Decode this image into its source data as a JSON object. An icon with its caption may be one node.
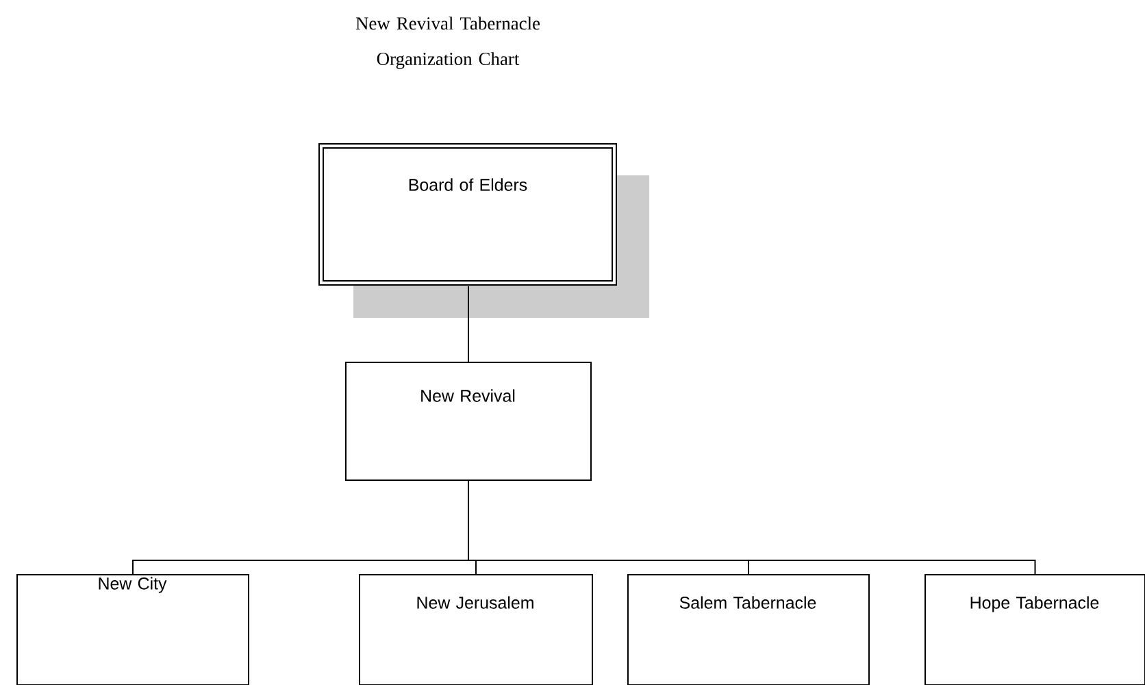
{
  "diagram": {
    "title": "New Revival Tabernacle Organization Chart",
    "nodes": [
      {
        "text": [
          "Board of Elders"
        ]
      },
      {
        "text": [
          "New Revival"
        ]
      },
      {
        "text": [
          "New City"
        ]
      },
      {
        "text": [
          "New Jerusalem"
        ]
      },
      {
        "text": [
          "Salem Tabernacle"
        ]
      },
      {
        "text": [
          "Hope Tabernacle"
        ]
      }
    ],
    "edges": [
      {
        "from": 0,
        "to": 1,
        "arrow": "none"
      },
      {
        "from": 1,
        "to": 2,
        "arrow": "none"
      },
      {
        "from": 1,
        "to": 3,
        "arrow": "none"
      },
      {
        "from": 1,
        "to": 4,
        "arrow": "none"
      },
      {
        "from": 1,
        "to": 5,
        "arrow": "none"
      }
    ]
  }
}
